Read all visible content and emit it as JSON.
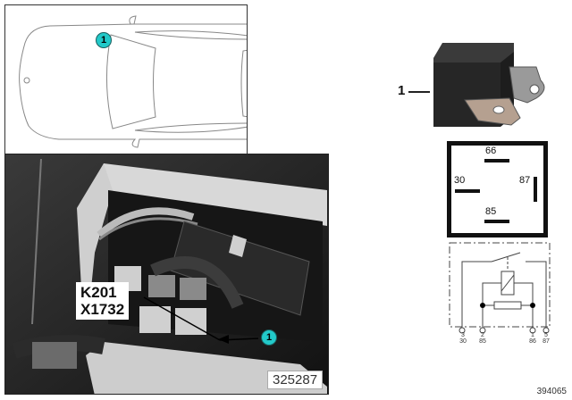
{
  "car_diagram": {
    "callout": "1",
    "callout_color": "#22c9c9"
  },
  "photo": {
    "label_line1": "K201",
    "label_line2": "X1732",
    "callout": "1",
    "ref_number": "325287"
  },
  "part": {
    "number": "1"
  },
  "pin_layout": {
    "pins": [
      {
        "label": "66"
      },
      {
        "label": "30"
      },
      {
        "label": "87"
      },
      {
        "label": "85"
      }
    ]
  },
  "schematic": {
    "terminals": [
      {
        "index": "3",
        "name": "30"
      },
      {
        "index": "2",
        "name": "85"
      },
      {
        "index": "1",
        "name": "86"
      },
      {
        "index": "5",
        "name": "87"
      }
    ]
  },
  "diagram_id": "394065"
}
